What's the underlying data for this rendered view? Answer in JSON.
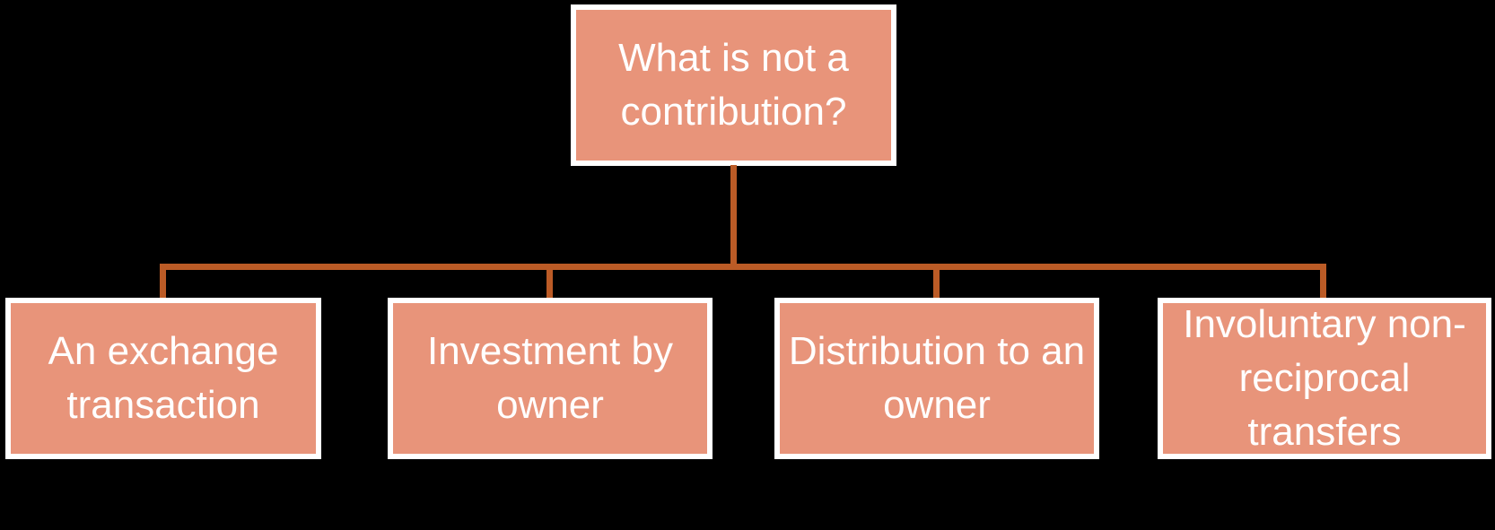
{
  "diagram": {
    "type": "hierarchy",
    "root": {
      "label": "What is not a contribution?"
    },
    "children": [
      {
        "label": "An exchange transaction"
      },
      {
        "label": "Investment by owner"
      },
      {
        "label": "Distribution to an owner"
      },
      {
        "label": "Involuntary non-reciprocal transfers"
      }
    ]
  },
  "colors": {
    "bg": "#000000",
    "node-fill": "#E8947A",
    "node-border": "#FFFFFF",
    "node-text": "#FFFFFF",
    "connector": "#BB5B26"
  }
}
